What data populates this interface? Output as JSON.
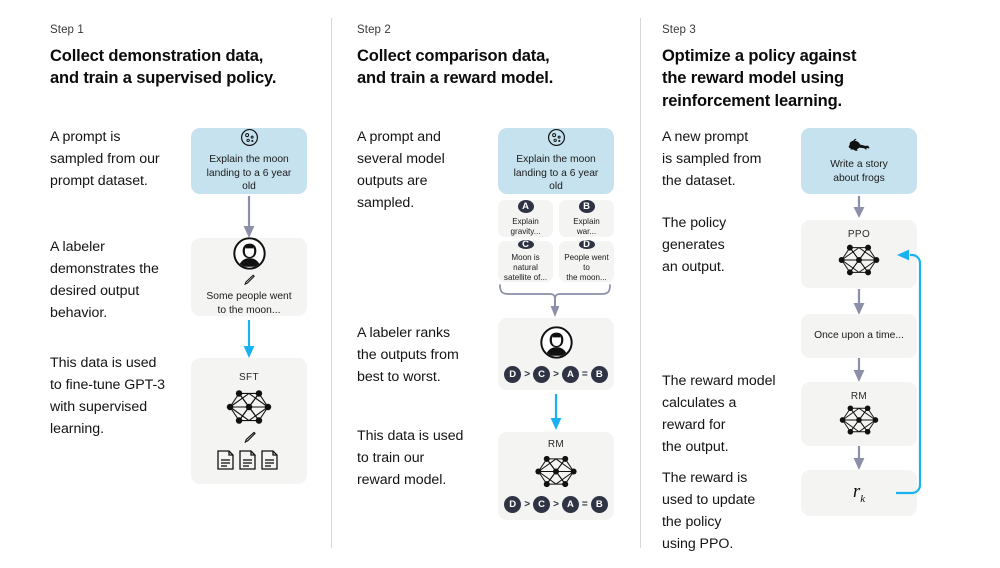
{
  "colors": {
    "prompt_card_blue": "#c6e2ef",
    "neutral_card": "#f4f4f3",
    "badge_dark": "#2f3444",
    "arrow_gray": "#8b8fa8",
    "arrow_blue": "#18b2f0",
    "divider": "#d8d8d8",
    "text": "#111111"
  },
  "columns": [
    {
      "step_label": "Step 1",
      "title_line1": "Collect demonstration data,",
      "title_line2": "and train a supervised policy.",
      "paragraphs": [
        "A prompt is\nsampled from our\nprompt dataset.",
        "A labeler\ndemonstrates the\ndesired output\nbehavior.",
        "This data is used\nto fine-tune GPT-3\nwith supervised\nlearning."
      ],
      "cards": [
        {
          "name": "prompt-card",
          "style": "blue",
          "icon": "moon-icon",
          "text": "Explain the moon\nlanding to a 6 year old"
        },
        {
          "name": "demonstration-card",
          "style": "neutral",
          "icon": "labeler-avatar-icon",
          "sub_icon": "pencil-icon",
          "text": "Some people went\nto the moon..."
        },
        {
          "name": "sft-model-card",
          "style": "neutral",
          "label": "SFT",
          "icon": "neural-network-icon",
          "sub_icon": "pencil-icon",
          "extra_icon": "documents-icon"
        }
      ]
    },
    {
      "step_label": "Step 2",
      "title_line1": "Collect comparison data,",
      "title_line2": "and train a reward model.",
      "paragraphs": [
        "A prompt and\nseveral model\noutputs are\nsampled.",
        "A labeler ranks\nthe outputs from\nbest to worst.",
        "This data is used\nto train our\nreward model."
      ],
      "cards": [
        {
          "name": "prompt-card",
          "style": "blue",
          "icon": "moon-icon",
          "text": "Explain the moon\nlanding to a 6 year old"
        },
        {
          "name": "ranking-card",
          "style": "neutral",
          "icon": "labeler-avatar-icon"
        },
        {
          "name": "rm-model-card",
          "style": "neutral",
          "label": "RM",
          "icon": "neural-network-icon"
        }
      ],
      "options": [
        {
          "badge": "A",
          "text": "Explain gravity..."
        },
        {
          "badge": "B",
          "text": "Explain war..."
        },
        {
          "badge": "C",
          "text": "Moon is natural\nsatellite of..."
        },
        {
          "badge": "D",
          "text": "People went to\nthe moon..."
        }
      ],
      "ranking": [
        "D",
        ">",
        "C",
        ">",
        "A",
        "=",
        "B"
      ]
    },
    {
      "step_label": "Step 3",
      "title_line1": "Optimize a policy against",
      "title_line2": "the reward model using",
      "title_line3": "reinforcement learning.",
      "paragraphs": [
        "A new prompt\nis sampled from\nthe dataset.",
        "The policy\ngenerates\nan output.",
        "The reward model\ncalculates a\nreward for\nthe output.",
        "The reward is\nused to update\nthe policy\nusing PPO."
      ],
      "cards": [
        {
          "name": "prompt-card",
          "style": "blue",
          "icon": "frog-icon",
          "text": "Write a story\nabout frogs"
        },
        {
          "name": "ppo-model-card",
          "style": "neutral",
          "label": "PPO",
          "icon": "neural-network-icon"
        },
        {
          "name": "output-card",
          "style": "neutral",
          "text": "Once upon a time..."
        },
        {
          "name": "reward-model-card",
          "style": "neutral",
          "label": "RM",
          "icon": "neural-network-icon"
        },
        {
          "name": "reward-value-card",
          "style": "neutral",
          "value": "r",
          "subscript": "k"
        }
      ]
    }
  ]
}
